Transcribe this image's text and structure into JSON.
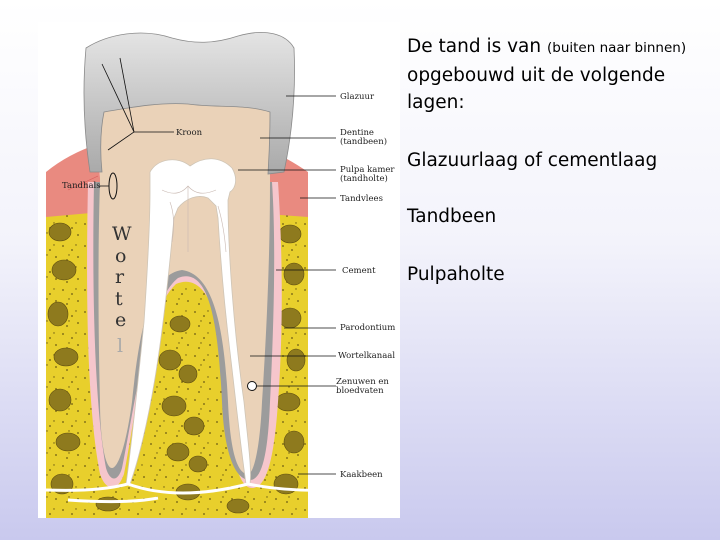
{
  "intro": {
    "part1": "De tand is van ",
    "part2": "(buiten naar binnen)",
    "part3": "opgebouwd uit de volgende lagen:"
  },
  "layers": [
    "Glazuurlaag of cementlaag",
    "Tandbeen",
    "Pulpaholte"
  ],
  "diagram": {
    "labels": {
      "glazuur": "Glazuur",
      "kroon": "Kroon",
      "dentine1": "Dentine",
      "dentine2": "(tandbeen)",
      "pulpa1": "Pulpa kamer",
      "pulpa2": "(tandholte)",
      "tandhals": "Tandhals",
      "tandvlees": "Tandvlees",
      "cement": "Cement",
      "parodontium": "Parodontium",
      "wortelkanaal": "Wortelkanaal",
      "zenuwen1": "Zenuwen en",
      "zenuwen2": "bloedvaten",
      "kaakbeen": "Kaakbeen"
    },
    "wortel_letters": [
      "W",
      "o",
      "r",
      "t",
      "e",
      "l"
    ]
  }
}
